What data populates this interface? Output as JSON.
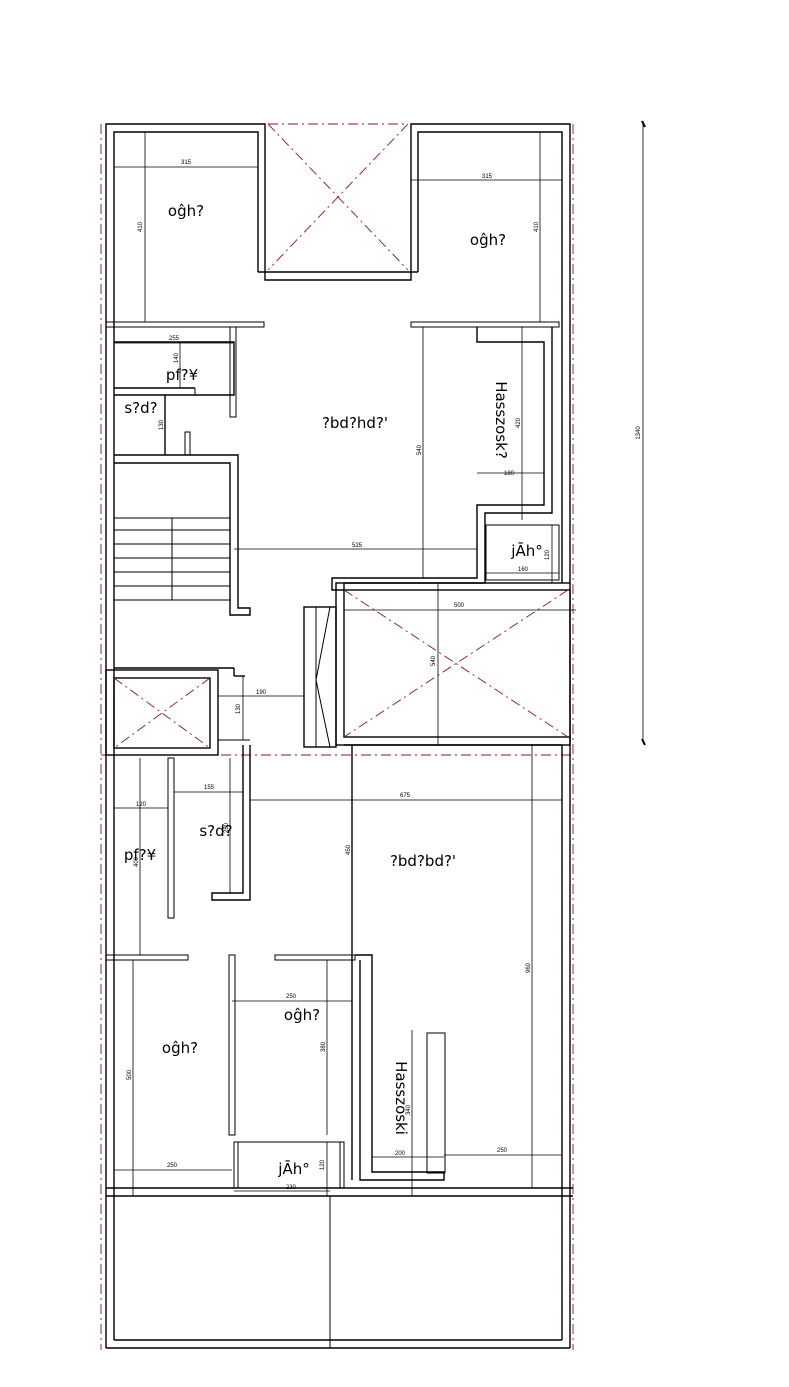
{
  "rooms": {
    "bed_top_left": "oĝh?",
    "bed_top_right": "oĝh?",
    "hall_top": "?bd?hd?'",
    "wc_top": "pf?¥",
    "store_top": "s?d?",
    "kitchen_top": "Hasszosk?",
    "balcony_top": "jĀh°",
    "hall_bottom": "?bd?bd?'",
    "wc_bottom": "pf?¥",
    "store_bottom": "s?d?",
    "bed_bottom_left": "oĝh?",
    "bed_bottom_mid": "oĝh?",
    "kitchen_bottom": "Hasszoski",
    "balcony_bottom": "jĀh°"
  },
  "dimensions": {
    "d315a": "315",
    "d410a": "410",
    "d315b": "315",
    "d410b": "410",
    "d255": "255",
    "d140": "140",
    "d130a": "130",
    "d540a": "540",
    "d420": "420",
    "d180": "180",
    "d525": "525",
    "d120a": "120",
    "d160": "160",
    "d500a": "500",
    "d540b": "540",
    "d190": "190",
    "d130b": "130",
    "d155": "155",
    "d120b": "120",
    "d280": "280",
    "d675": "675",
    "d450": "450",
    "d400": "400",
    "d960": "960",
    "d250a": "250",
    "d380": "380",
    "d500b": "500",
    "d250b": "250",
    "d120c": "120",
    "d230": "230",
    "d340": "340",
    "d200": "200",
    "d250c": "250",
    "d1340": "1340"
  }
}
